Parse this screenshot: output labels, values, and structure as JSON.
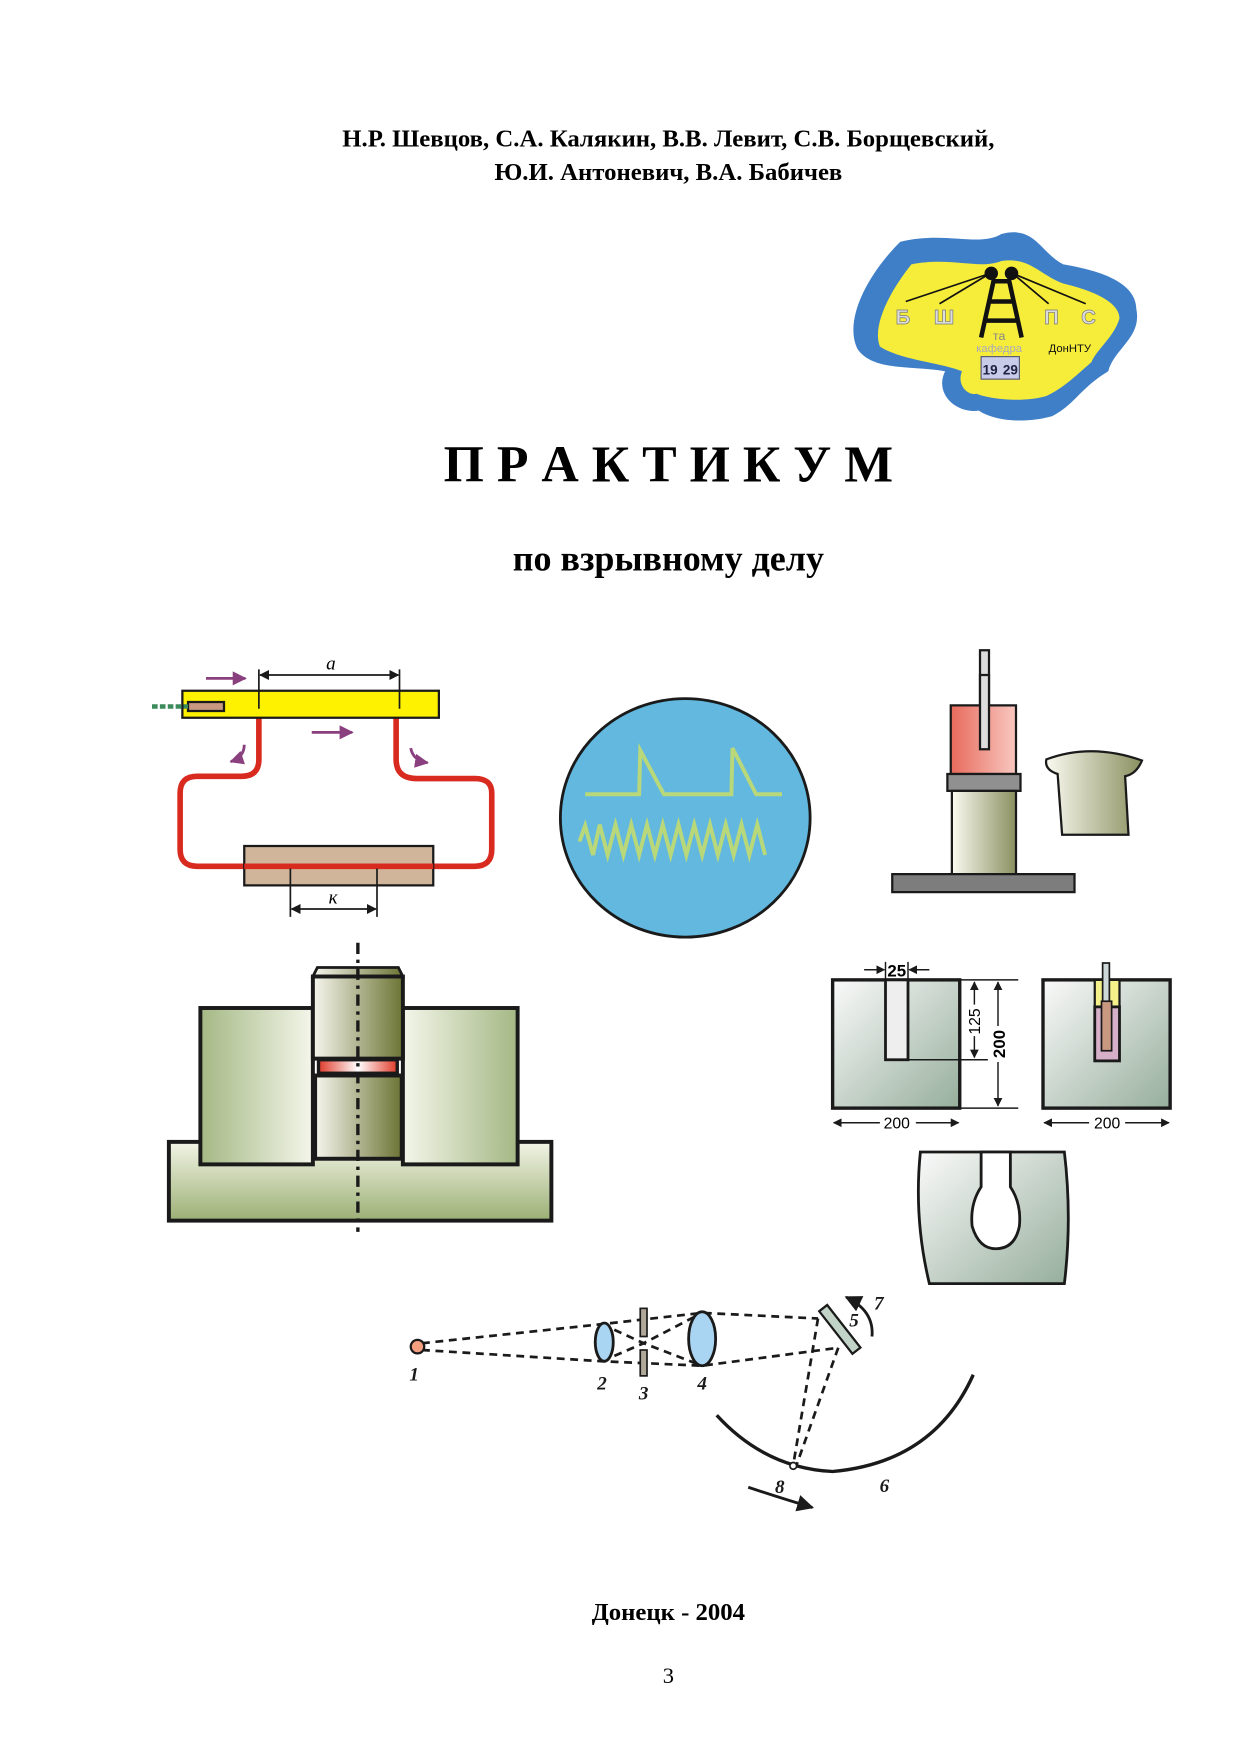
{
  "authors": {
    "line1": "Н.Р. Шевцов, С.А. Калякин, В.В. Левит, С.В. Борщевский,",
    "line2": "Ю.И. Антоневич, В.А. Бабичев"
  },
  "logo": {
    "letters": [
      "Б",
      "Ш",
      "П",
      "С"
    ],
    "ta": "та",
    "kafedra": "кафедра",
    "university": "ДонНТУ",
    "year_left": "19",
    "year_right": "29"
  },
  "title": "П Р А К Т И К У М",
  "subtitle": "по взрывному делу",
  "figures": {
    "detonation_scheme": {
      "dim_a": "a",
      "dim_k": "к"
    },
    "sample_blocks": {
      "slot_width": "25",
      "slot_depth": "125",
      "block_height": "200",
      "block1_width": "200",
      "block2_width": "200"
    },
    "optical_scheme": {
      "labels": [
        "1",
        "2",
        "3",
        "4",
        "5",
        "6",
        "7",
        "8"
      ]
    }
  },
  "footer": {
    "city_year": "Донецк - 2004",
    "page_number": "3"
  }
}
